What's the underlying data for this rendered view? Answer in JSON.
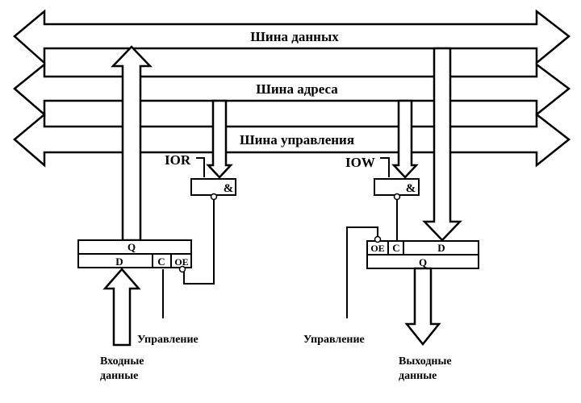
{
  "buses": {
    "data": "Шина данных",
    "address": "Шина адреса",
    "control": "Шина управления"
  },
  "input_port": {
    "gate_signal": "IOR",
    "gate_symbol": "&",
    "register_output": "Q",
    "register_input": "D",
    "clock": "C",
    "output_enable": "OE",
    "control_label": "Управление",
    "data_label_line1": "Входные",
    "data_label_line2": "данные"
  },
  "output_port": {
    "gate_signal": "IOW",
    "gate_symbol": "&",
    "register_input": "D",
    "register_output": "Q",
    "clock": "C",
    "output_enable": "OE",
    "control_label": "Управление",
    "data_label_line1": "Выходные",
    "data_label_line2": "данные"
  }
}
